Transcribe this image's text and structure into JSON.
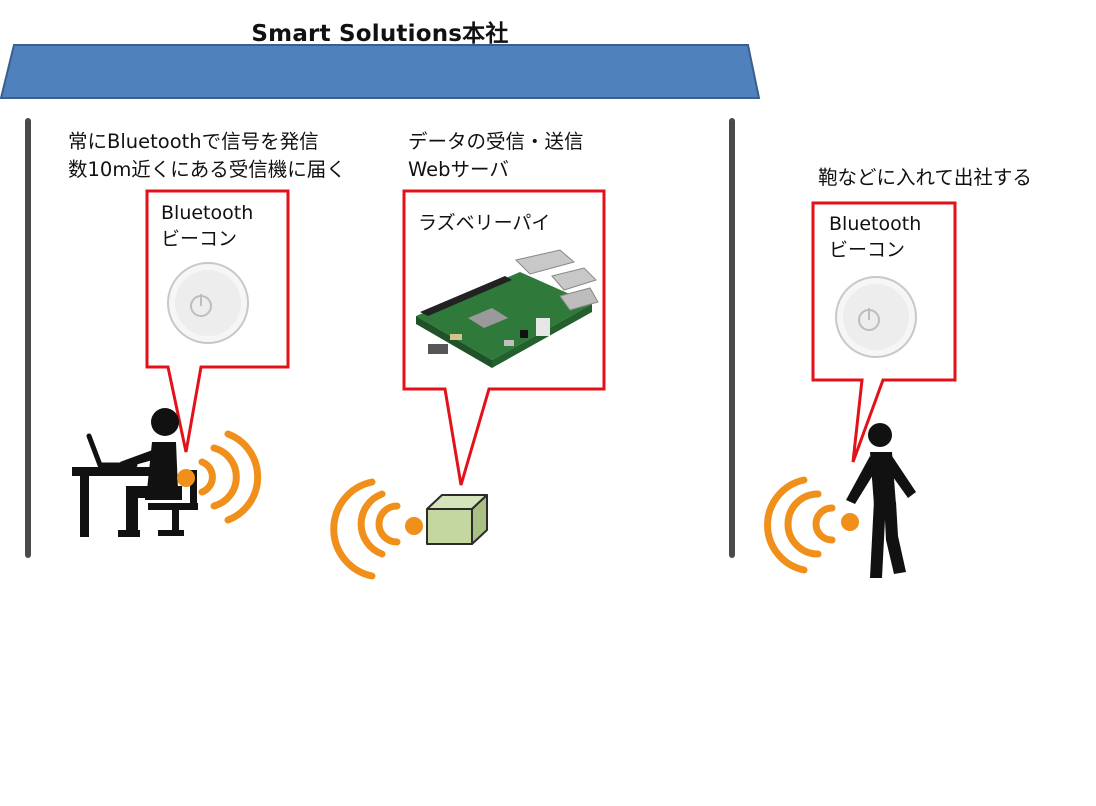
{
  "title": "Smart Solutions本社",
  "left_caption": {
    "line1": "常にBluetoothで信号を発信",
    "line2": "数10m近くにある受信機に届く"
  },
  "middle_caption": {
    "line1": "データの受信・送信",
    "line2": "Webサーバ"
  },
  "right_caption": "鞄などに入れて出社する",
  "left_box": {
    "line1": "Bluetooth",
    "line2": "ビーコン"
  },
  "middle_box": "ラズベリーパイ",
  "right_box": {
    "line1": "Bluetooth",
    "line2": "ビーコン"
  },
  "icons": [
    "beacon-device-icon",
    "raspberry-pi-board-icon",
    "person-at-desk-icon",
    "walking-person-icon",
    "receiver-box-icon",
    "signal-waves-icon"
  ],
  "colors": {
    "roof": "#4f81bd",
    "roof_outline": "#3a5f8f",
    "callout_border": "#e3111a",
    "signal": "#f0901a",
    "box_fill": "#c4d7a0",
    "wall": "#4a4a4a"
  }
}
